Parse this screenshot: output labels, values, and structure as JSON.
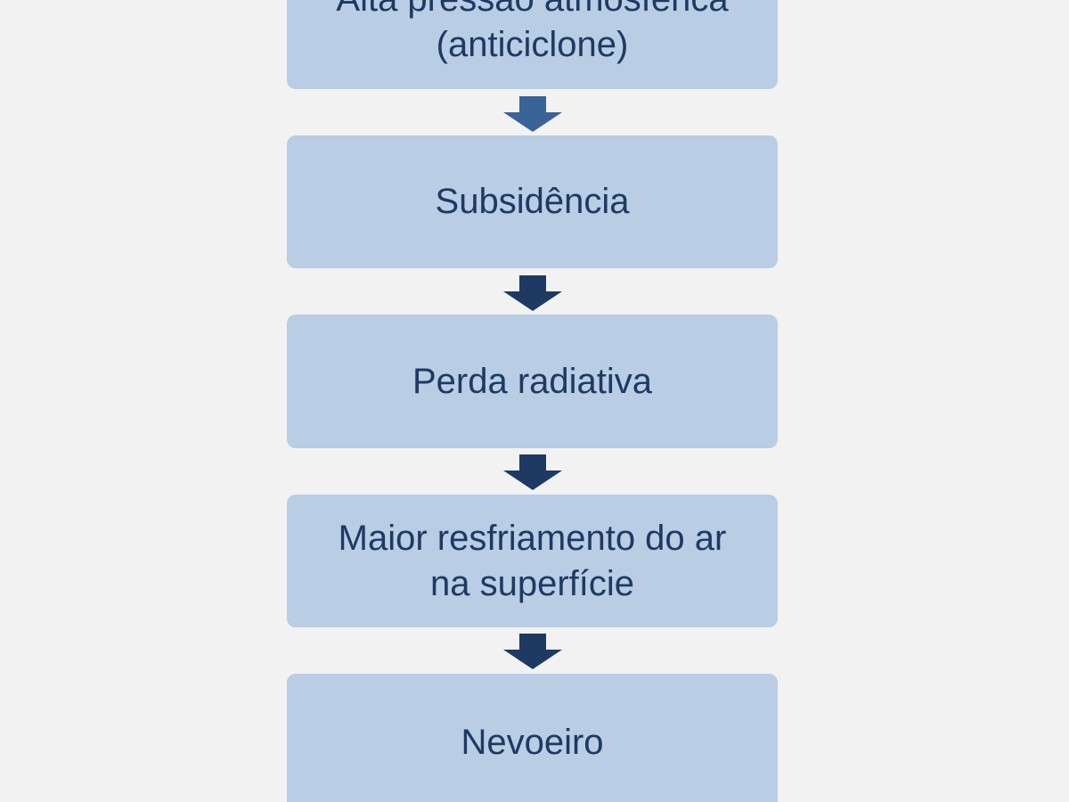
{
  "flowchart": {
    "steps": [
      {
        "label": "Alta pressão atmosférica\n(anticiclone)"
      },
      {
        "label": "Subsidência"
      },
      {
        "label": "Perda radiativa"
      },
      {
        "label": "Maior resfriamento do ar\nna superfície"
      },
      {
        "label": "Nevoeiro"
      }
    ],
    "colors": {
      "background": "#f2f2f2",
      "box_fill": "#b9cde4",
      "text": "#1e3a63",
      "arrow_first": "#3a6396",
      "arrow": "#1e3a63"
    }
  }
}
